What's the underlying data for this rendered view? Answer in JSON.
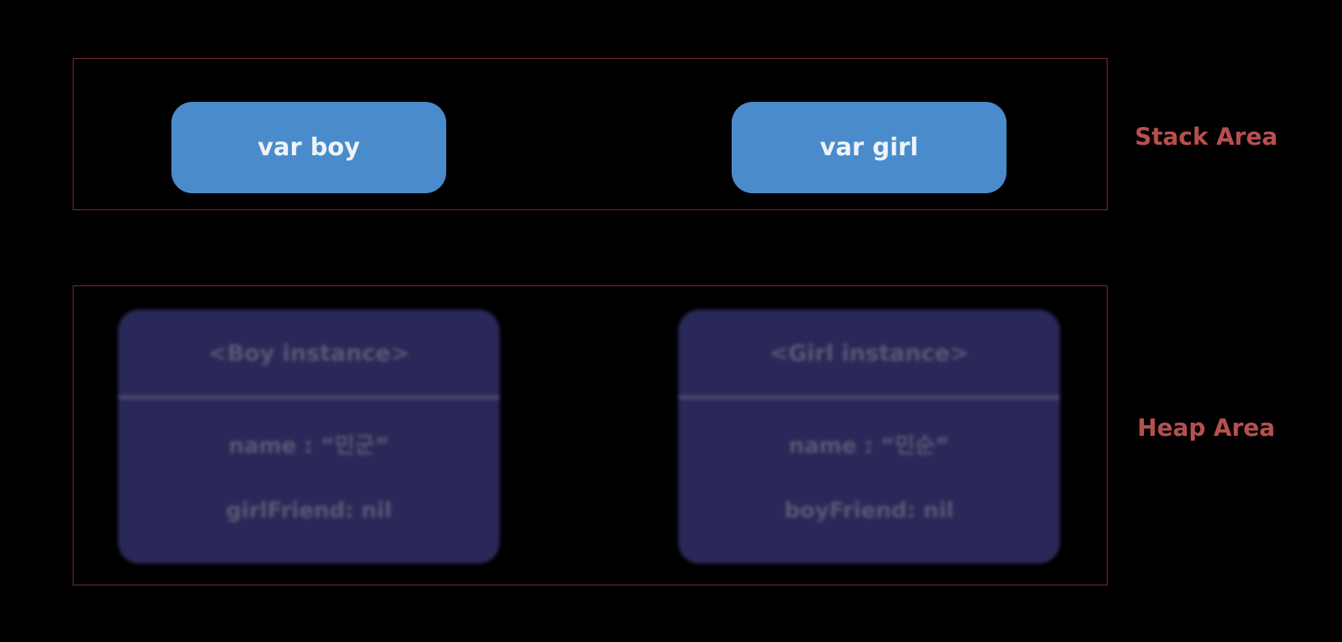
{
  "stack": {
    "label": "Stack Area",
    "vars": [
      {
        "label": "var boy"
      },
      {
        "label": "var girl"
      }
    ]
  },
  "heap": {
    "label": "Heap Area",
    "instances": [
      {
        "title": "<Boy instance>",
        "fields": [
          "name : “민군”",
          "girlFriend: nil"
        ]
      },
      {
        "title": "<Girl instance>",
        "fields": [
          "name : “민순”",
          "boyFriend: nil"
        ]
      }
    ]
  },
  "colors": {
    "background": "#000000",
    "area_border": "#7a2f2f",
    "area_label": "#b84f4f",
    "var_box": "#4a8ccb",
    "instance_box": "#2a2858"
  }
}
